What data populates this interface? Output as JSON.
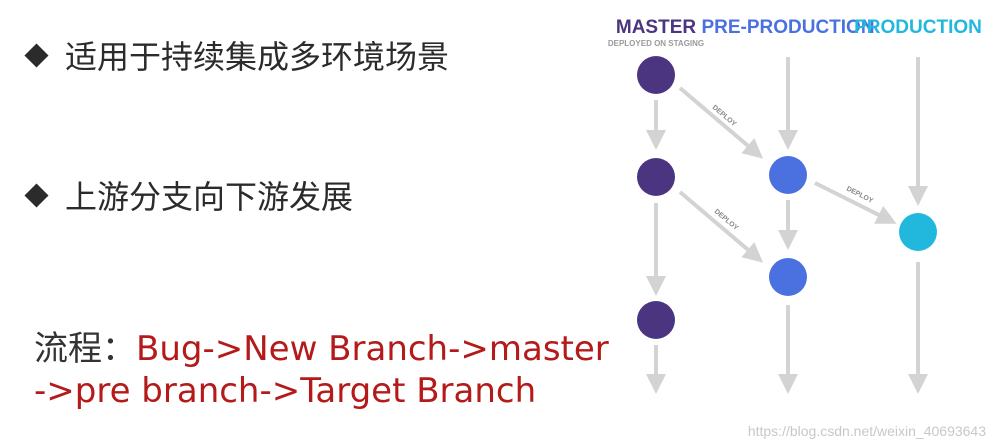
{
  "bullets": [
    {
      "text": "适用于持续集成多环境场景"
    },
    {
      "text": "上游分支向下游发展"
    }
  ],
  "flow": {
    "label": "流程：",
    "line1": "Bug->New Branch->master",
    "line2": "->pre branch->Target Branch"
  },
  "diagram": {
    "columns": [
      {
        "title": "MASTER",
        "subtitle": "DEPLOYED ON STAGING",
        "color": "#4b3480"
      },
      {
        "title": "PRE-PRODUCTION",
        "subtitle": "",
        "color": "#4b70e0"
      },
      {
        "title": "PRODUCTION",
        "subtitle": "",
        "color": "#22b8dd"
      }
    ],
    "deploy_label": "DEPLOY",
    "arrow_color": "#d3d3d3",
    "nodes": [
      {
        "branch": "MASTER",
        "seq": 1
      },
      {
        "branch": "MASTER",
        "seq": 2
      },
      {
        "branch": "MASTER",
        "seq": 3
      },
      {
        "branch": "PRE-PRODUCTION",
        "seq": 1
      },
      {
        "branch": "PRE-PRODUCTION",
        "seq": 2
      },
      {
        "branch": "PRODUCTION",
        "seq": 1
      }
    ],
    "deploys": [
      {
        "from": "MASTER-1",
        "to": "PRE-PRODUCTION-1"
      },
      {
        "from": "MASTER-2",
        "to": "PRE-PRODUCTION-2"
      },
      {
        "from": "PRE-PRODUCTION-1",
        "to": "PRODUCTION-1"
      }
    ]
  },
  "watermark": "https://blog.csdn.net/weixin_40693643"
}
